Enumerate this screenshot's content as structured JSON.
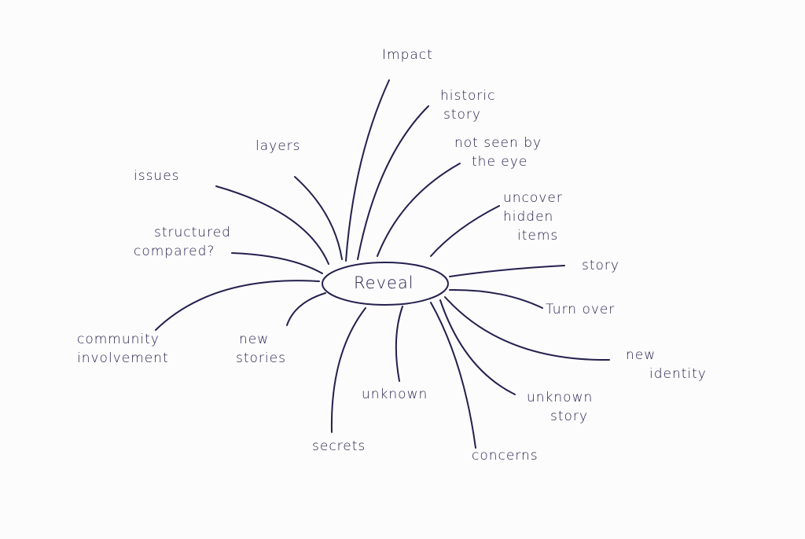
{
  "center": "Reveal",
  "branches": [
    {
      "id": "impact",
      "lines": [
        "Impact"
      ]
    },
    {
      "id": "historic-story",
      "lines": [
        "historic",
        "story"
      ]
    },
    {
      "id": "not-seen",
      "lines": [
        "not seen by",
        "the eye"
      ]
    },
    {
      "id": "uncover-hidden-items",
      "lines": [
        "uncover",
        "hidden",
        "items"
      ]
    },
    {
      "id": "story",
      "lines": [
        "story"
      ]
    },
    {
      "id": "turn-over",
      "lines": [
        "Turn over"
      ]
    },
    {
      "id": "new-identity",
      "lines": [
        "new",
        "identity"
      ]
    },
    {
      "id": "unknown-story",
      "lines": [
        "unknown",
        "story"
      ]
    },
    {
      "id": "concerns",
      "lines": [
        "concerns"
      ]
    },
    {
      "id": "unknown",
      "lines": [
        "unknown"
      ]
    },
    {
      "id": "secrets",
      "lines": [
        "secrets"
      ]
    },
    {
      "id": "new-stories",
      "lines": [
        "new",
        "stories"
      ]
    },
    {
      "id": "community-involvement",
      "lines": [
        "community",
        "involvement"
      ]
    },
    {
      "id": "structured-compared",
      "lines": [
        "structured",
        "compared?"
      ]
    },
    {
      "id": "issues",
      "lines": [
        "issues"
      ]
    },
    {
      "id": "layers",
      "lines": [
        "layers"
      ]
    }
  ],
  "colors": {
    "ink": "#24204e",
    "paper": "#fcfcfc"
  }
}
